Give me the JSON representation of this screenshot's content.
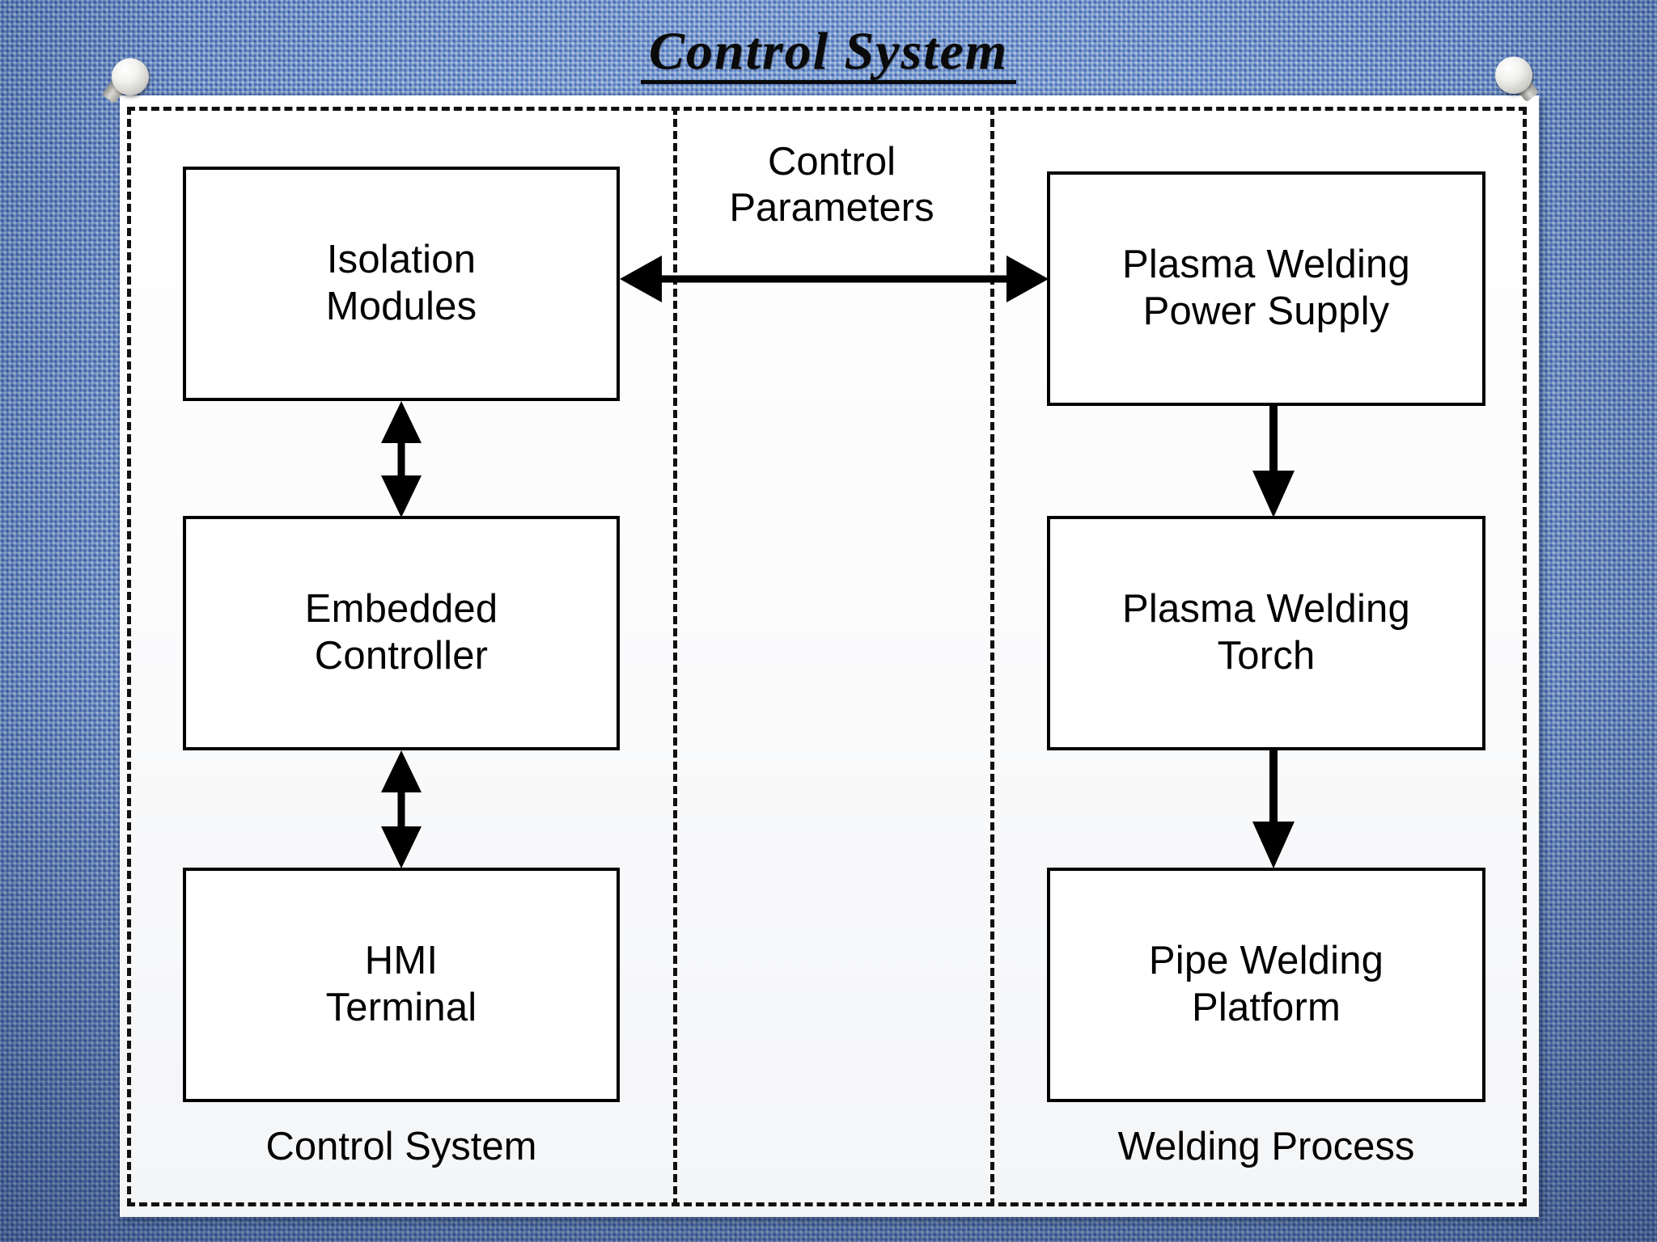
{
  "title": {
    "text": "Control System"
  },
  "colors": {
    "background_fabric": "#7d97c6",
    "sheet": "#fdfdfd",
    "stroke": "#000000",
    "pin": "#f2f2f0"
  },
  "diagram": {
    "type": "block-diagram",
    "partitions": [
      {
        "name": "control-system",
        "label": "Control System"
      },
      {
        "name": "welding-process",
        "label": "Welding Process"
      }
    ],
    "interface_label": "Control\nParameters",
    "left_column": {
      "section_label": "Control System",
      "blocks": [
        {
          "id": "isolation-modules",
          "label": "Isolation\nModules"
        },
        {
          "id": "embedded-controller",
          "label": "Embedded\nController"
        },
        {
          "id": "hmi-terminal",
          "label": "HMI\nTerminal"
        }
      ]
    },
    "right_column": {
      "section_label": "Welding Process",
      "blocks": [
        {
          "id": "plasma-welding-power-supply",
          "label": "Plasma Welding\nPower Supply"
        },
        {
          "id": "plasma-welding-torch",
          "label": "Plasma Welding\nTorch"
        },
        {
          "id": "pipe-welding-platform",
          "label": "Pipe Welding\nPlatform"
        }
      ]
    },
    "connections": [
      {
        "id": "iso-to-power",
        "from": "isolation-modules",
        "to": "plasma-welding-power-supply",
        "style": "double-arrow-horizontal",
        "label": "Control Parameters"
      },
      {
        "id": "iso-to-embedded",
        "from": "isolation-modules",
        "to": "embedded-controller",
        "style": "double-arrow-vertical"
      },
      {
        "id": "embedded-to-hmi",
        "from": "embedded-controller",
        "to": "hmi-terminal",
        "style": "double-arrow-vertical"
      },
      {
        "id": "power-to-torch",
        "from": "plasma-welding-power-supply",
        "to": "plasma-welding-torch",
        "style": "single-arrow-down"
      },
      {
        "id": "torch-to-platform",
        "from": "plasma-welding-torch",
        "to": "pipe-welding-platform",
        "style": "single-arrow-down"
      }
    ]
  }
}
